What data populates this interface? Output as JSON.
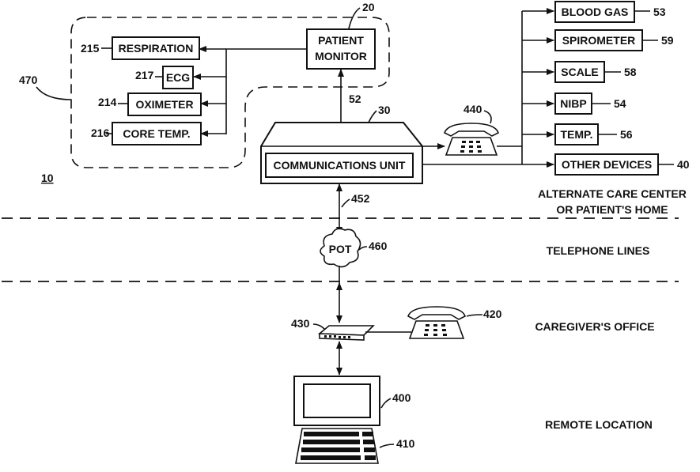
{
  "figure_ref": "10",
  "patient_monitor": {
    "ref": "20",
    "line1": "PATIENT",
    "line2": "MONITOR",
    "group_ref": "470"
  },
  "sensors": [
    {
      "label": "RESPIRATION",
      "ref": "215"
    },
    {
      "label": "ECG",
      "ref": "217"
    },
    {
      "label": "OXIMETER",
      "ref": "214"
    },
    {
      "label": "CORE TEMP.",
      "ref": "216"
    }
  ],
  "communications_unit": {
    "label": "COMMUNICATIONS UNIT",
    "ref": "30"
  },
  "links": {
    "monitor_to_unit": "52",
    "unit_to_pot": "452"
  },
  "phone_home": {
    "ref": "440"
  },
  "devices": [
    {
      "label": "BLOOD GAS",
      "ref": "53"
    },
    {
      "label": "SPIROMETER",
      "ref": "59"
    },
    {
      "label": "SCALE",
      "ref": "58"
    },
    {
      "label": "NIBP",
      "ref": "54"
    },
    {
      "label": "TEMP.",
      "ref": "56"
    },
    {
      "label": "OTHER DEVICES",
      "ref": "40"
    }
  ],
  "pot": {
    "label": "POT",
    "ref": "460"
  },
  "modem": {
    "ref": "430"
  },
  "phone_office": {
    "ref": "420"
  },
  "computer": {
    "monitor_ref": "400",
    "keyboard_ref": "410"
  },
  "zones": {
    "home_line1": "ALTERNATE CARE CENTER",
    "home_line2": "OR PATIENT'S HOME",
    "telephone": "TELEPHONE LINES",
    "office": "CAREGIVER'S OFFICE",
    "remote": "REMOTE LOCATION"
  }
}
